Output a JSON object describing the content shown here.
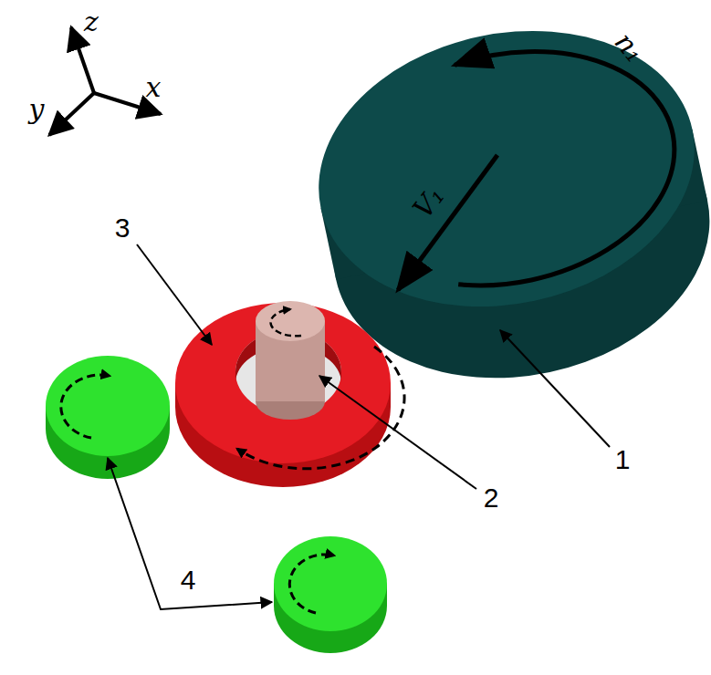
{
  "diagram": {
    "labels": [
      "z",
      "x",
      "y",
      "n₁",
      "V₁",
      "3",
      "2",
      "1",
      "4"
    ]
  }
}
